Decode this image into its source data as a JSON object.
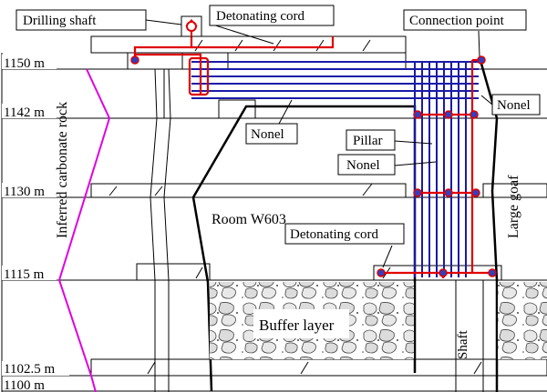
{
  "elevations": {
    "e1150": "1150 m",
    "e1142": "1142 m",
    "e1130": "1130 m",
    "e1115": "1115 m",
    "e1102": "1102.5 m",
    "e1100": "1100 m"
  },
  "labels": {
    "drilling_shaft": "Drilling shaft",
    "detonating_cord_top": "Detonating cord",
    "connection_point": "Connection point",
    "nonel_right": "Nonel",
    "nonel_mid": "Nonel",
    "pillar": "Pillar",
    "nonel_pillar": "Nonel",
    "room": "Room W603",
    "detonating_cord_low": "Detonating cord",
    "buffer_layer": "Buffer layer",
    "shaft": "Shaft",
    "large_goaf": "Large goaf",
    "carbonate_rock": "Inferred carbonate rock"
  },
  "colors": {
    "detonating_cord": "#e00000",
    "nonel": "#1a1aa8",
    "carbonate_boundary": "#e000e0",
    "connection_point_fill": "#3040c0"
  }
}
